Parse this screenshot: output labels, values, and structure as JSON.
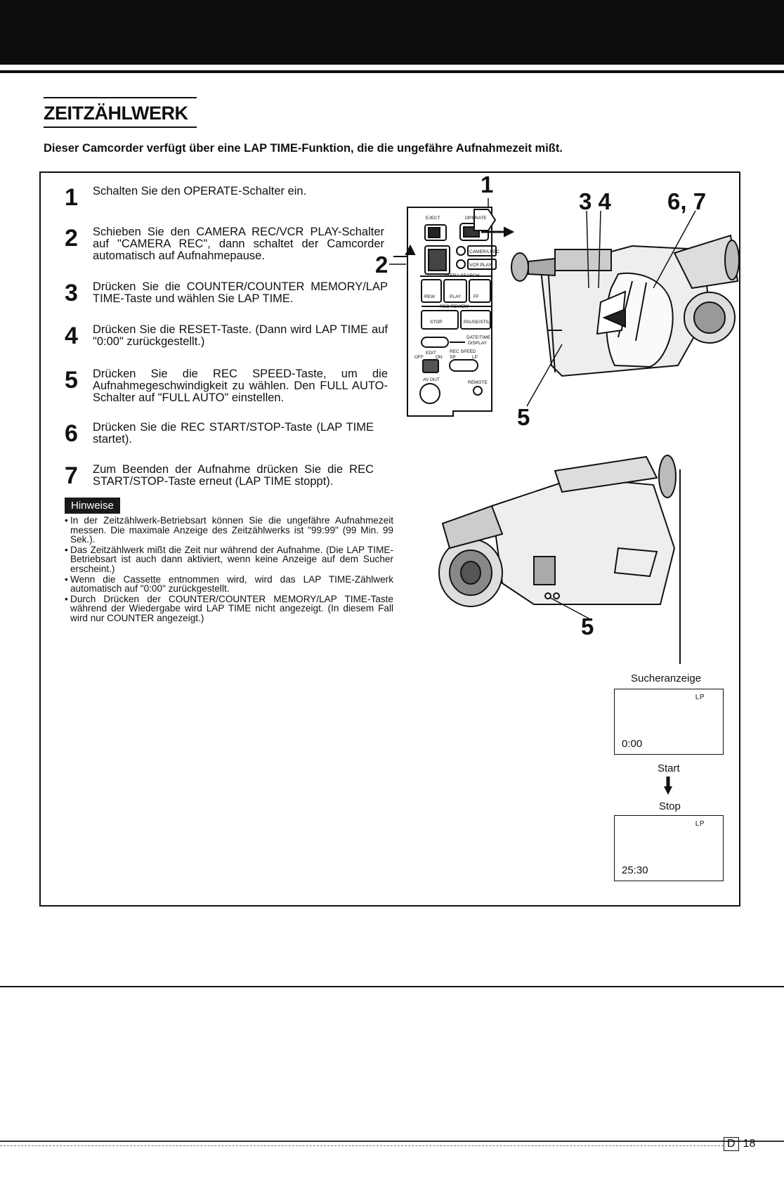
{
  "title": "ZEITZÄHLWERK",
  "intro": "Dieser Camcorder verfügt über eine LAP TIME-Funktion, die die ungefähre Aufnahmezeit mißt.",
  "steps": [
    {
      "num": "1",
      "text": "Schalten Sie den OPERATE-Schalter ein."
    },
    {
      "num": "2",
      "text": "Schieben Sie den CAMERA REC/VCR PLAY-Schalter auf \"CAMERA REC\", dann schaltet der Camcorder automatisch auf Aufnahmepause."
    },
    {
      "num": "3",
      "text": "Drücken Sie die COUNTER/COUNTER MEMORY/LAP TIME-Taste und wählen Sie LAP TIME."
    },
    {
      "num": "4",
      "text": "Drücken Sie die RESET-Taste. (Dann wird LAP TIME auf \"0:00\" zurückgestellt.)"
    },
    {
      "num": "5",
      "text": "Drücken Sie die REC SPEED-Taste, um die Aufnahmegeschwindigkeit zu wählen. Den FULL AUTO-Schalter auf \"FULL AUTO\" einstellen."
    },
    {
      "num": "6",
      "text": "Drücken Sie die REC START/STOP-Taste (LAP TIME startet)."
    },
    {
      "num": "7",
      "text": "Zum Beenden der Aufnahme drücken Sie die REC START/STOP-Taste erneut (LAP TIME stoppt)."
    }
  ],
  "hinweise": {
    "label": "Hinweise",
    "items": [
      "In der Zeitzählwerk-Betriebsart können Sie die ungefähre Aufnahmezeit messen. Die maximale Anzeige des Zeitzählwerks ist \"99:99\" (99 Min. 99 Sek.).",
      "Das Zeitzählwerk mißt die Zeit nur während der Aufnahme. (Die LAP TIME-Betriebsart ist auch dann aktiviert, wenn keine Anzeige auf dem Sucher erscheint.)",
      "Wenn die Cassette entnommen wird, wird das LAP TIME-Zählwerk automatisch auf \"0:00\" zurückgestellt.",
      "Durch Drücken der COUNTER/COUNTER MEMORY/LAP TIME-Taste während der Wiedergabe wird LAP TIME nicht angezeigt. (In diesem Fall wird nur COUNTER angezeigt.)"
    ]
  },
  "callouts": {
    "c1": "1",
    "c2": "2",
    "c34": "3 4",
    "c67": "6, 7",
    "c5a": "5",
    "c5b": "5"
  },
  "panel_labels": {
    "eject": "EJECT",
    "operate": "OPERATE",
    "camera_rec": "CAMERA REC",
    "vcr_play": "VCR PLAY",
    "camera_search": "CAMERA SEARCH",
    "rew": "REW",
    "play": "PLAY",
    "ff": "FF",
    "rec_review": "REC REVIEW",
    "stop": "STOP",
    "pause_still": "PAUSE/STILL",
    "date_time": "DATE/TIME",
    "display": "DISPLAY",
    "edit": "EDIT",
    "off": "OFF",
    "on": "ON",
    "rec_speed": "REC SPEED",
    "sp": "SP",
    "lp": "LP",
    "av_out": "AV OUT",
    "remote": "REMOTE"
  },
  "viewfinder": {
    "label": "Sucheranzeige",
    "lp": "LP",
    "time_start": "0:00",
    "start": "Start",
    "stop": "Stop",
    "time_stop": "25:30"
  },
  "page": {
    "lang": "D",
    "number": "18"
  }
}
